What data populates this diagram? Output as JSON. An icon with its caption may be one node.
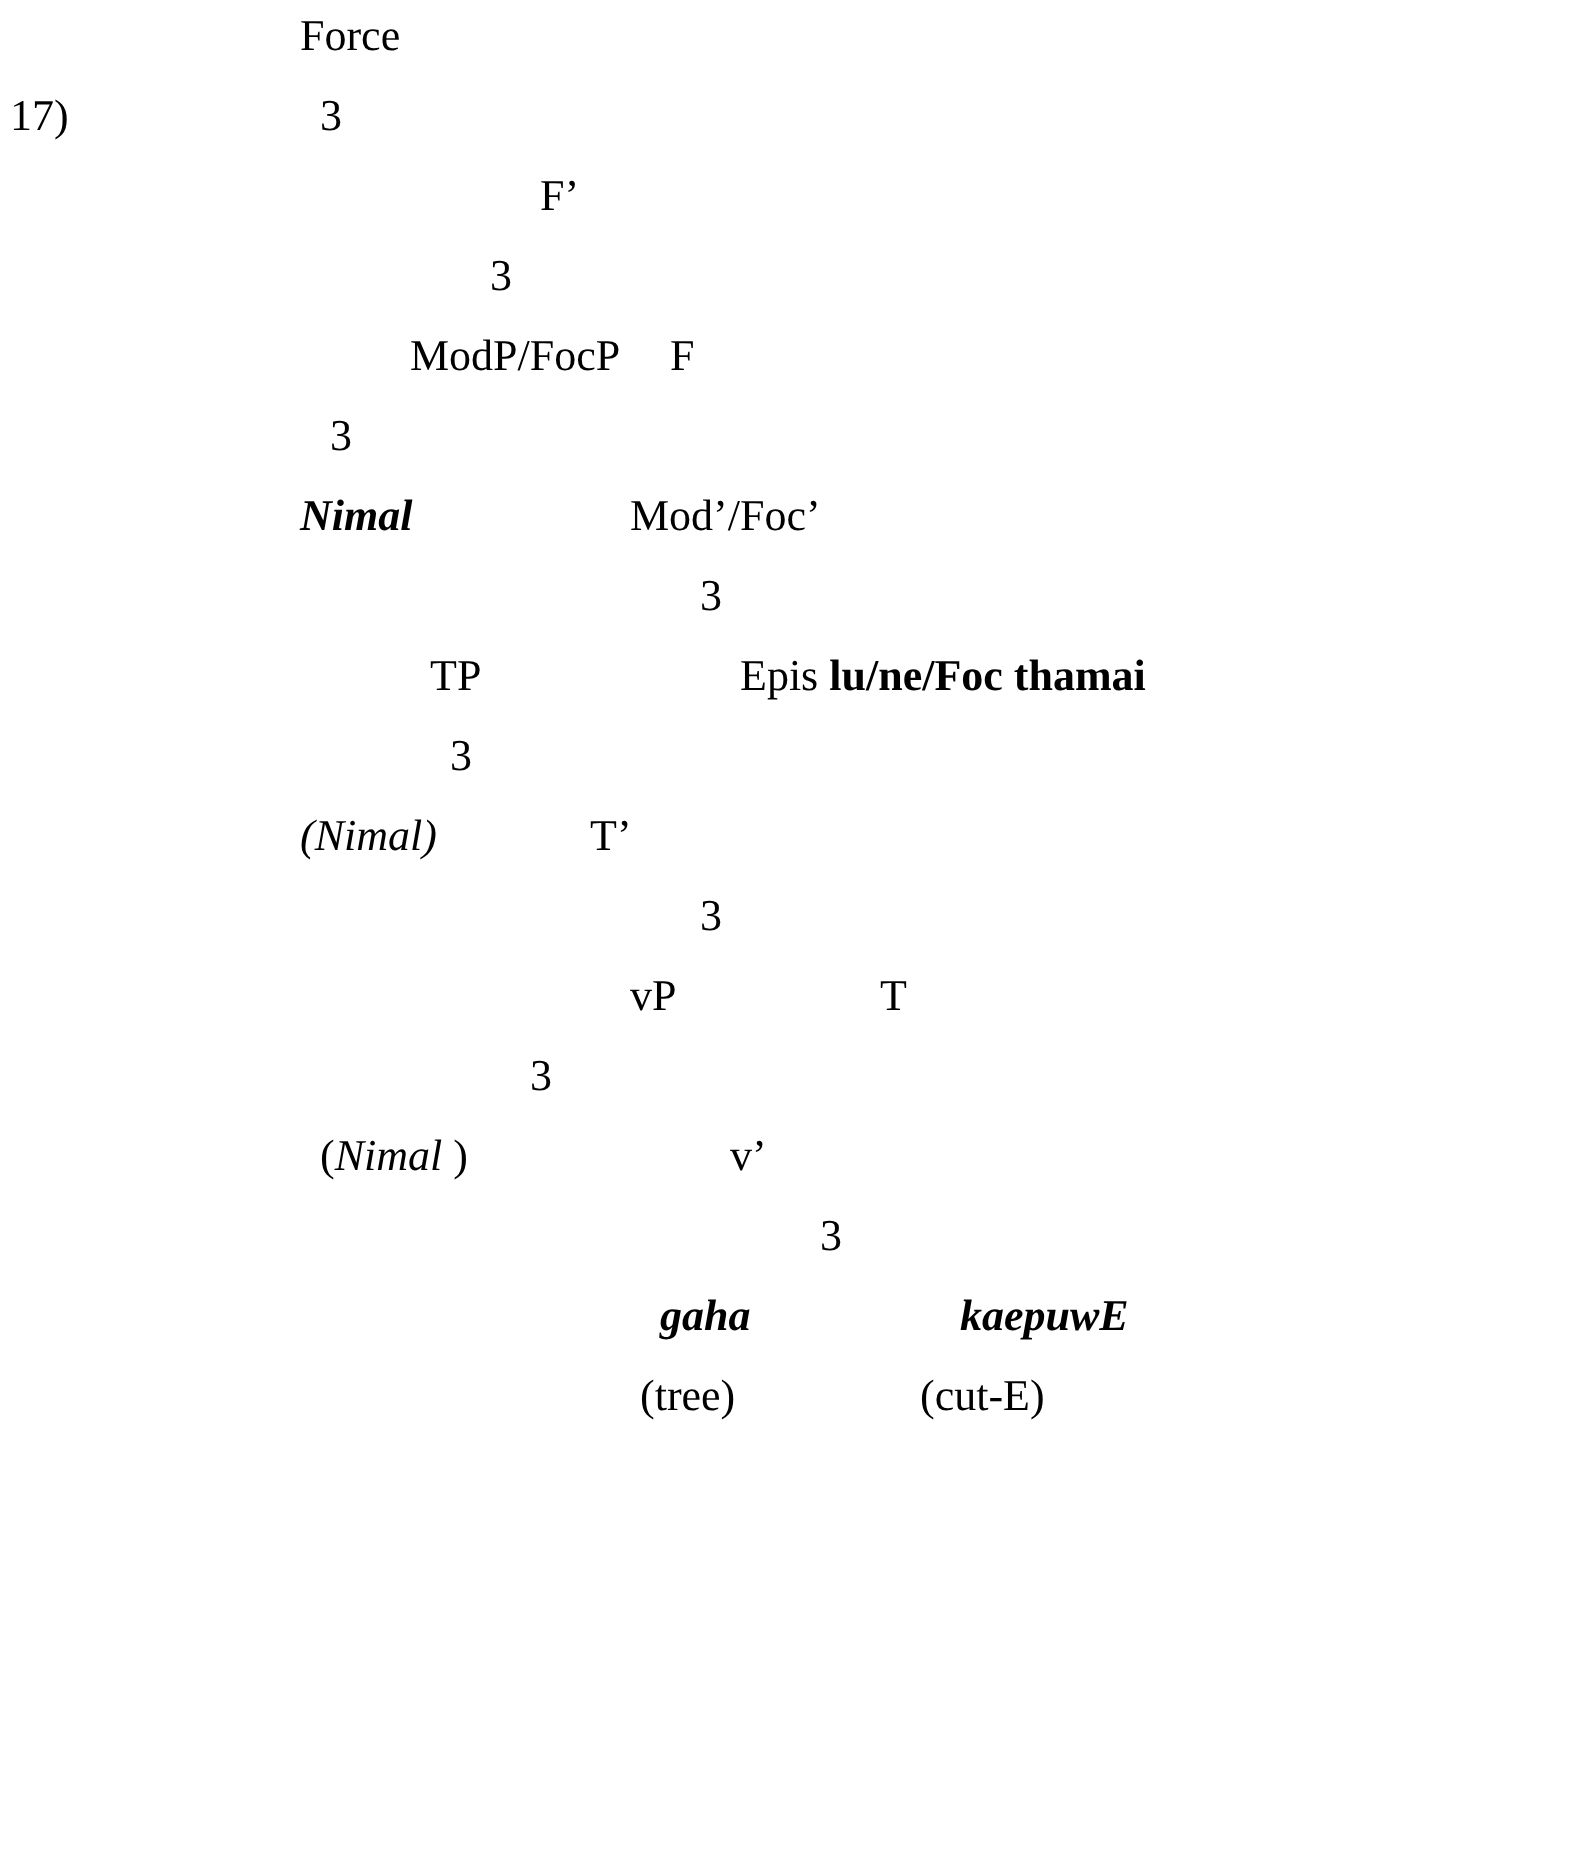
{
  "diagram": {
    "labels": [
      "Force",
      "17)",
      "3",
      "F’",
      "3",
      "ModP/FocP",
      "F",
      "3",
      "Nimal",
      "Mod’/Foc’",
      "3",
      "TP",
      "Epis **lu/ne/Foc thamai**",
      "3",
      "(Nimal)",
      "T’",
      "3",
      "vP",
      "T",
      "3",
      "(*Nimal* )",
      "v’",
      "3",
      "gaha",
      "kaepuwE",
      "(tree)",
      "(cut-E)"
    ]
  }
}
